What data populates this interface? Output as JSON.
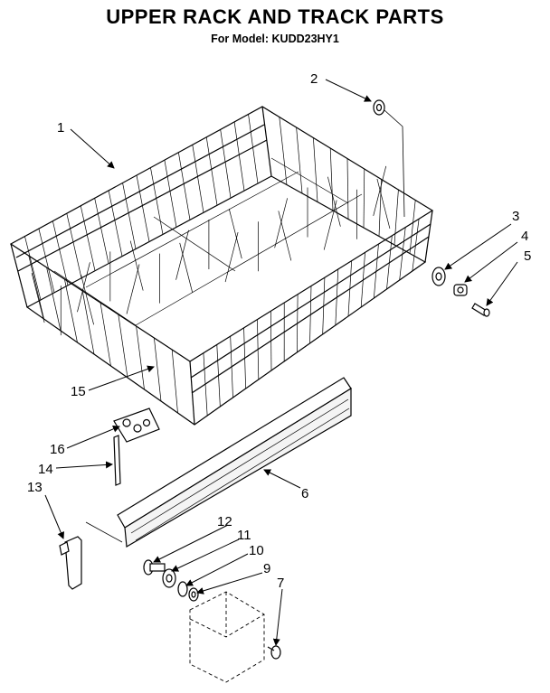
{
  "header": {
    "title": "UPPER RACK AND TRACK PARTS",
    "subtitle": "For Model: KUDD23HY1"
  },
  "callouts": [
    "1",
    "2",
    "3",
    "4",
    "5",
    "6",
    "7",
    "9",
    "10",
    "11",
    "12",
    "13",
    "14",
    "15",
    "16"
  ]
}
